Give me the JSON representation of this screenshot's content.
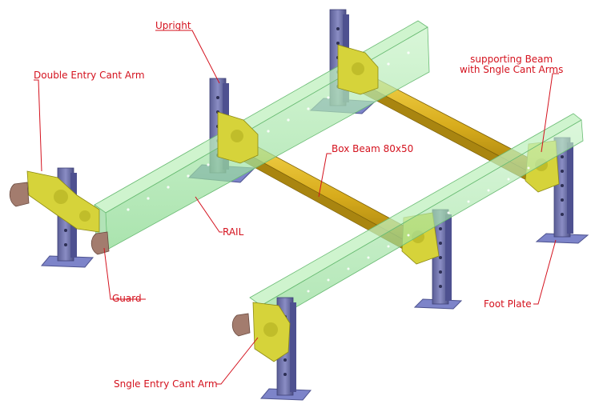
{
  "labels": {
    "upright": "Upright",
    "double_entry_cant_arm": "Double Entry Cant Arm",
    "supporting_beam_line1": "supporting Beam",
    "supporting_beam_line2": "with Sngle Cant Arms",
    "box_beam": "Box Beam 80x50",
    "rail": "RAIL",
    "guard": "Guard",
    "foot_plate": "Foot Plate",
    "single_entry_cant_arm": "Sngle Entry Cant Arm"
  },
  "colors": {
    "label_text": "#d4121e",
    "leader_line": "#d4121e",
    "rail_green": "#9ee6a0",
    "beam_yellow": "#d9b21f",
    "cant_arm_yellow": "#d8d63a",
    "upright_purple": "#6f72a8",
    "foot_plate_blue": "#7d84c9",
    "guard_brown": "#a37c6e"
  }
}
